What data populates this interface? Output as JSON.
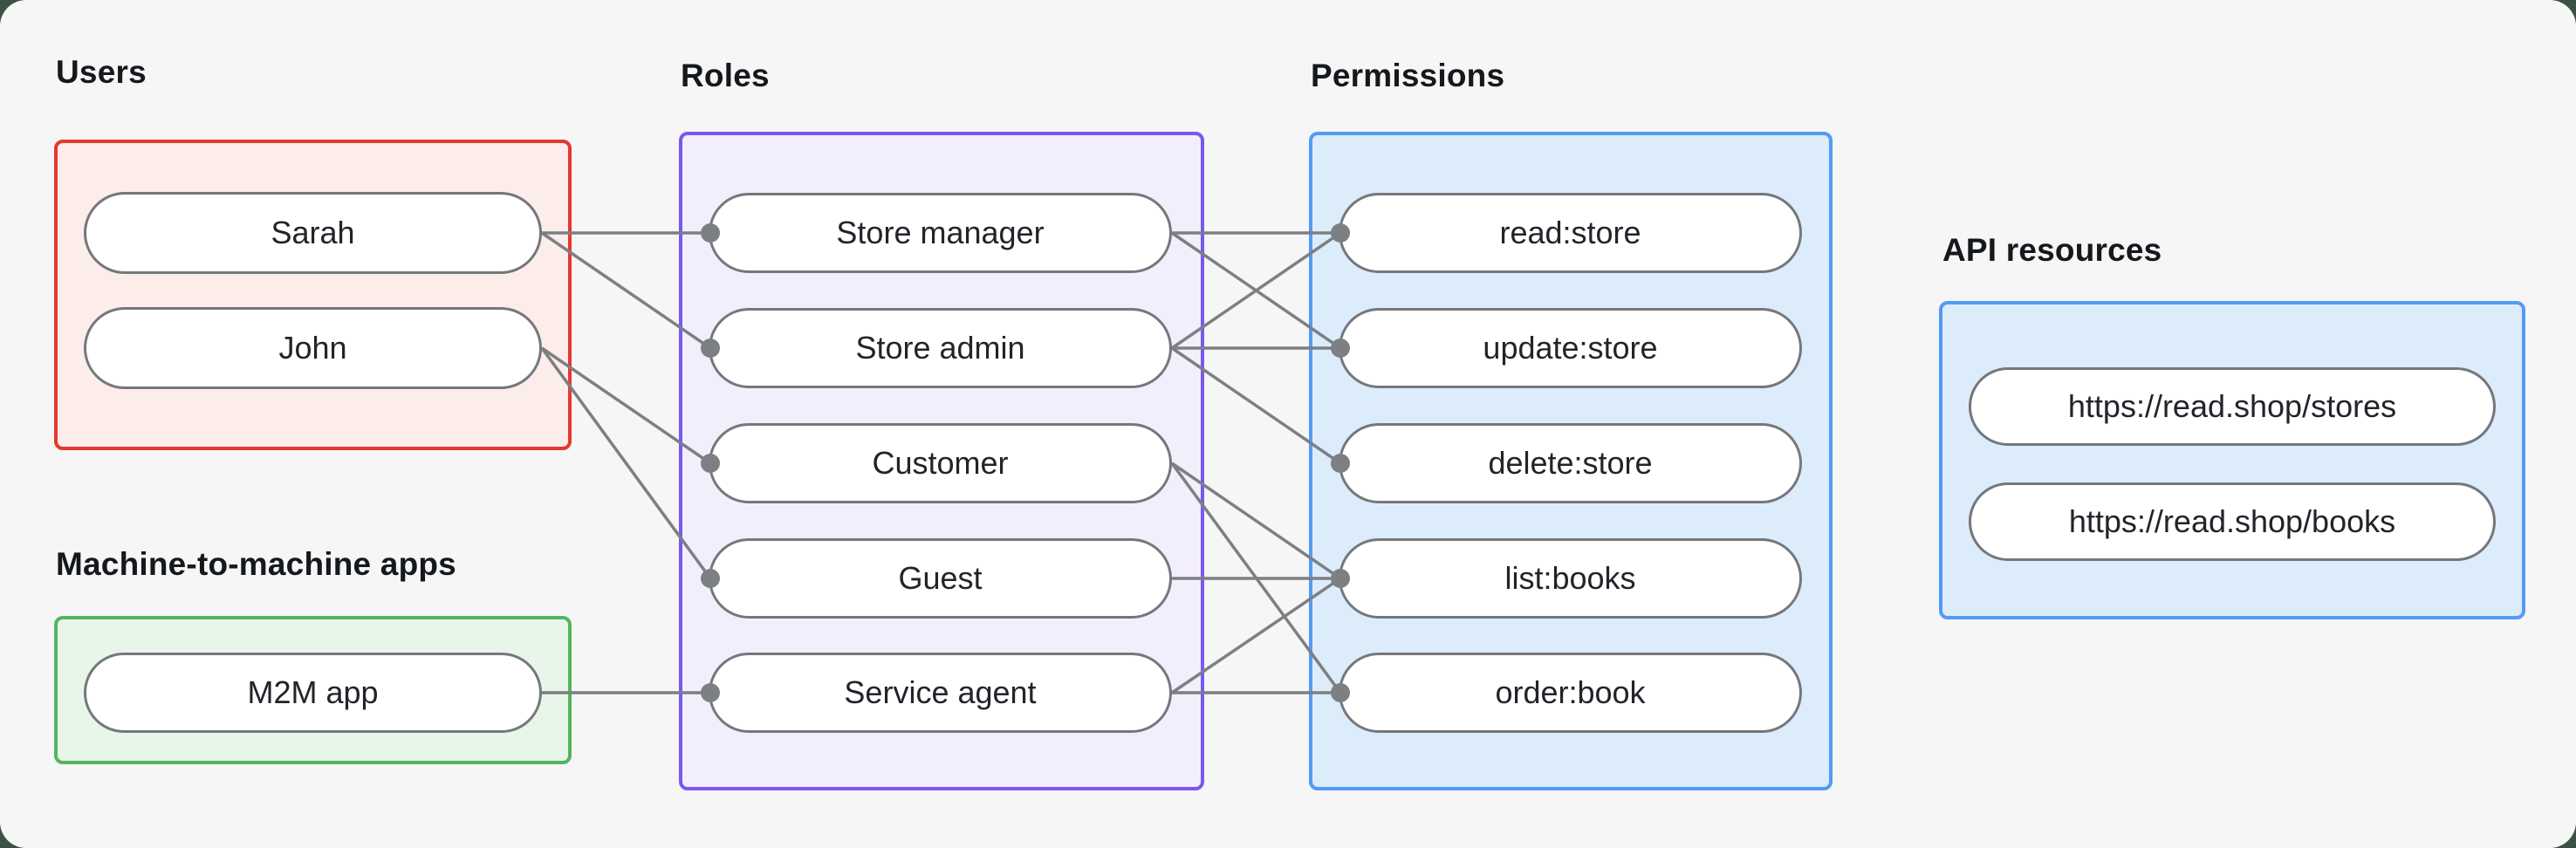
{
  "diagram": {
    "sections": {
      "users": {
        "label": "Users"
      },
      "m2m": {
        "label": "Machine-to-machine apps"
      },
      "roles": {
        "label": "Roles"
      },
      "permissions": {
        "label": "Permissions"
      },
      "api_resources": {
        "label": "API resources"
      }
    },
    "nodes": {
      "sarah": {
        "label": "Sarah",
        "group": "users"
      },
      "john": {
        "label": "John",
        "group": "users"
      },
      "m2m_app": {
        "label": "M2M app",
        "group": "m2m"
      },
      "store_manager": {
        "label": "Store manager",
        "group": "roles"
      },
      "store_admin": {
        "label": "Store admin",
        "group": "roles"
      },
      "customer": {
        "label": "Customer",
        "group": "roles"
      },
      "guest": {
        "label": "Guest",
        "group": "roles"
      },
      "service_agent": {
        "label": "Service agent",
        "group": "roles"
      },
      "read_store": {
        "label": "read:store",
        "group": "permissions"
      },
      "update_store": {
        "label": "update:store",
        "group": "permissions"
      },
      "delete_store": {
        "label": "delete:store",
        "group": "permissions"
      },
      "list_books": {
        "label": "list:books",
        "group": "permissions"
      },
      "order_book": {
        "label": "order:book",
        "group": "permissions"
      },
      "stores_api": {
        "label": "https://read.shop/stores",
        "group": "api_resources"
      },
      "books_api": {
        "label": "https://read.shop/books",
        "group": "api_resources"
      }
    },
    "edges": [
      {
        "from": "sarah",
        "to": "store_manager"
      },
      {
        "from": "sarah",
        "to": "store_admin"
      },
      {
        "from": "john",
        "to": "customer"
      },
      {
        "from": "john",
        "to": "guest"
      },
      {
        "from": "m2m_app",
        "to": "service_agent"
      },
      {
        "from": "store_manager",
        "to": "read_store"
      },
      {
        "from": "store_manager",
        "to": "update_store"
      },
      {
        "from": "store_admin",
        "to": "read_store"
      },
      {
        "from": "store_admin",
        "to": "update_store"
      },
      {
        "from": "store_admin",
        "to": "delete_store"
      },
      {
        "from": "customer",
        "to": "list_books"
      },
      {
        "from": "customer",
        "to": "order_book"
      },
      {
        "from": "guest",
        "to": "list_books"
      },
      {
        "from": "service_agent",
        "to": "list_books"
      },
      {
        "from": "service_agent",
        "to": "order_book"
      }
    ],
    "colors": {
      "canvas_bg": "#f5f6f5",
      "outer_bg": "#3a5244",
      "users_border": "#e5382f",
      "users_fill": "#fcecea",
      "m2m_border": "#55b45f",
      "m2m_fill": "#e8f5e9",
      "roles_border": "#7a57f1",
      "roles_fill": "#f3eefc",
      "permissions_border": "#539bf5",
      "permissions_fill": "#ddecfb",
      "api_border": "#539bf5",
      "api_fill": "#ddecfb",
      "edge": "#7c7f83",
      "node_border": "#74777b"
    }
  }
}
